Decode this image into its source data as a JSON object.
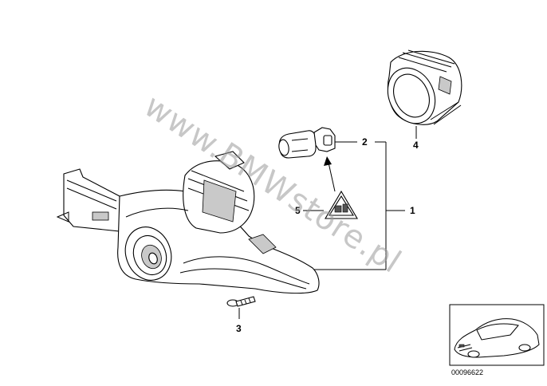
{
  "watermark": "www.BMWstore.pl",
  "reference_code": "00096622",
  "callouts": {
    "c1": "1",
    "c2": "2",
    "c3": "3",
    "c4": "4",
    "c5": "5"
  },
  "parts": [
    {
      "number": "1",
      "name": "fog-light-assembly"
    },
    {
      "number": "2",
      "name": "bulb"
    },
    {
      "number": "3",
      "name": "screw"
    },
    {
      "number": "4",
      "name": "cover-ring"
    },
    {
      "number": "5",
      "name": "warning-label"
    }
  ]
}
